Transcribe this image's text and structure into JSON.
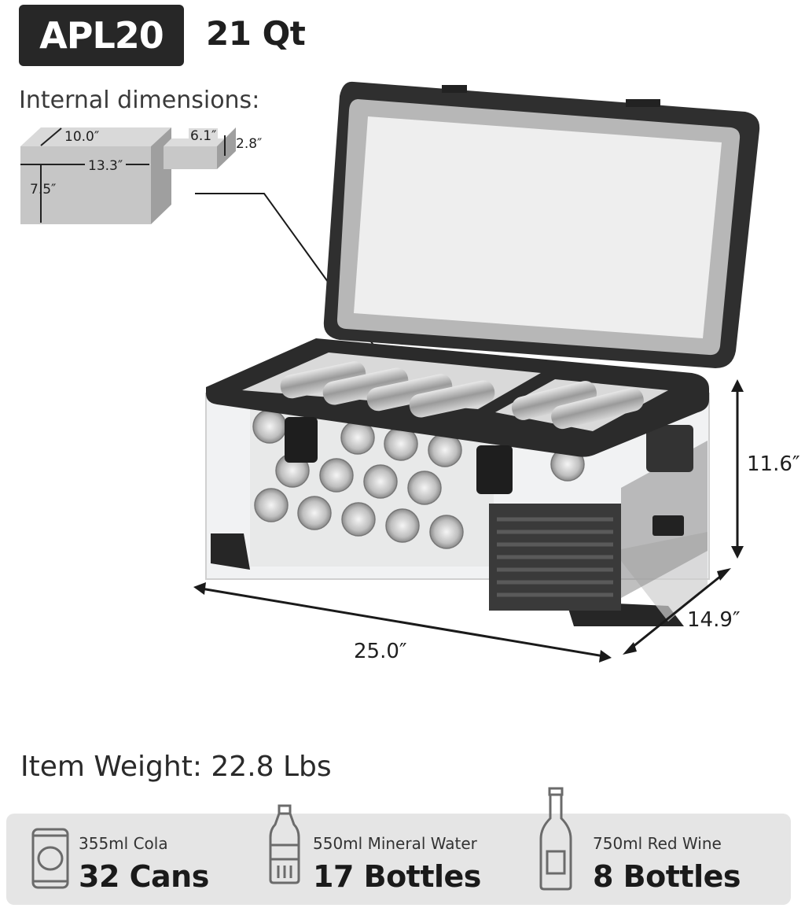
{
  "header": {
    "model": "APL20",
    "capacity": "21 Qt"
  },
  "internal_dimensions": {
    "title": "Internal dimensions:",
    "main_width": "10.0″",
    "main_length": "13.3″",
    "main_height": "7.5″",
    "small_width": "6.1″",
    "small_height": "2.8″"
  },
  "external_dimensions": {
    "height": "11.6″",
    "depth": "14.9″",
    "length": "25.0″"
  },
  "weight": "Item Weight: 22.8 Lbs",
  "capacity_specs": [
    {
      "icon": "can-icon",
      "label": "355ml Cola",
      "value": "32 Cans"
    },
    {
      "icon": "water-bottle-icon",
      "label": "550ml Mineral Water",
      "value": "17 Bottles"
    },
    {
      "icon": "wine-bottle-icon",
      "label": "750ml Red Wine",
      "value": "8 Bottles"
    }
  ],
  "colors": {
    "badge": "#272727",
    "frame": "#2b2b2b",
    "spec_bar": "#e5e5e5"
  }
}
